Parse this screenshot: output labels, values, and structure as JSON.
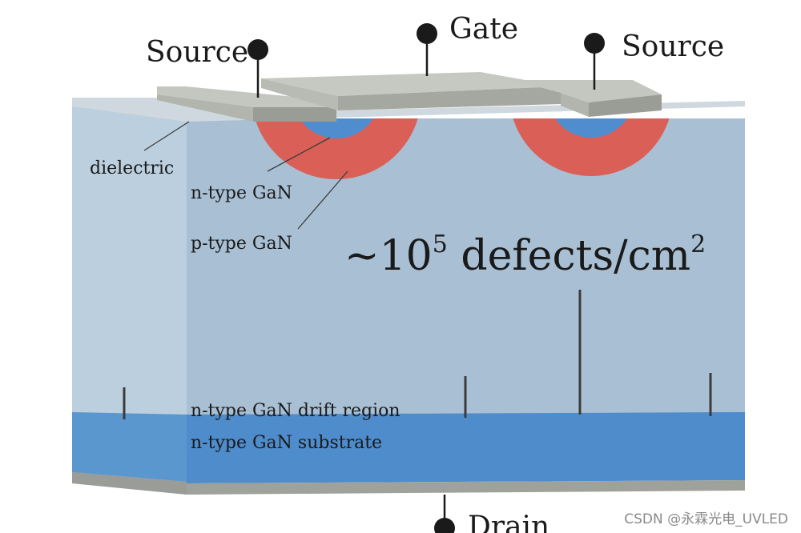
{
  "terminals": {
    "source_left": "Source",
    "gate": "Gate",
    "source_right": "Source",
    "drain": "Drain"
  },
  "regions": {
    "dielectric": "dielectric",
    "n_type": "n-type GaN",
    "p_type": "p-type GaN",
    "drift": "n-type GaN drift region",
    "substrate": "n-type GaN substrate"
  },
  "defects": {
    "prefix": "~10",
    "exponent": "5",
    "suffix": " defects/cm",
    "unit_exponent": "2"
  },
  "watermark": "CSDN @永霖光电_UVLED",
  "colors": {
    "drift_front": "#a9c0d4",
    "substrate": "#4f8ccb",
    "p_region": "#d95f57",
    "n_region": "#4f8dcf",
    "metal": "#b4b7b0",
    "dielectric": "#cfd8de"
  }
}
